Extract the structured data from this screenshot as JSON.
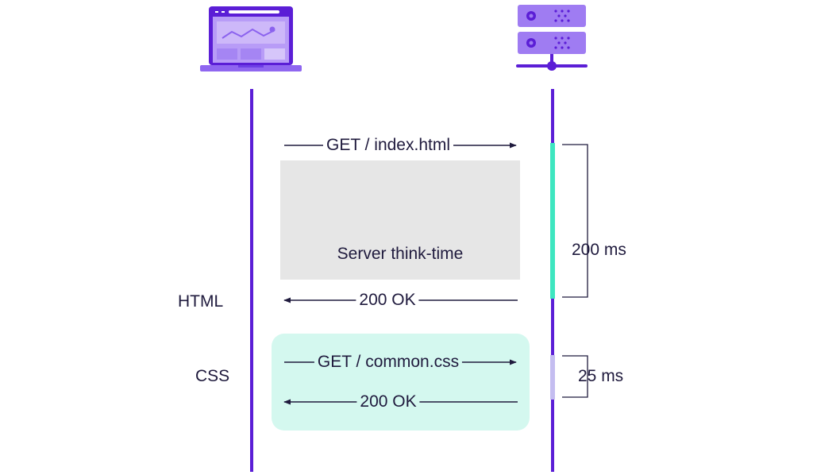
{
  "diagram": {
    "client_icon": "laptop-browser-icon",
    "server_icon": "server-rack-icon",
    "messages": {
      "get_html": "GET / index.html",
      "think_time": "Server think-time",
      "ok_html": "200 OK",
      "get_css": "GET / common.css",
      "ok_css": "200 OK"
    },
    "side_labels": {
      "html": "HTML",
      "css": "CSS"
    },
    "durations": {
      "html": "200 ms",
      "css": "25 ms"
    },
    "colors": {
      "lifeline": "#5b1ed6",
      "icon_purple": "#9f7cf2",
      "think_time_bg": "#e6e6e6",
      "css_group_bg": "#d4f8ef",
      "html_duration_bar": "#3ee6c0",
      "css_duration_bar": "#c4bdf0",
      "text": "#1f1a3d"
    }
  }
}
